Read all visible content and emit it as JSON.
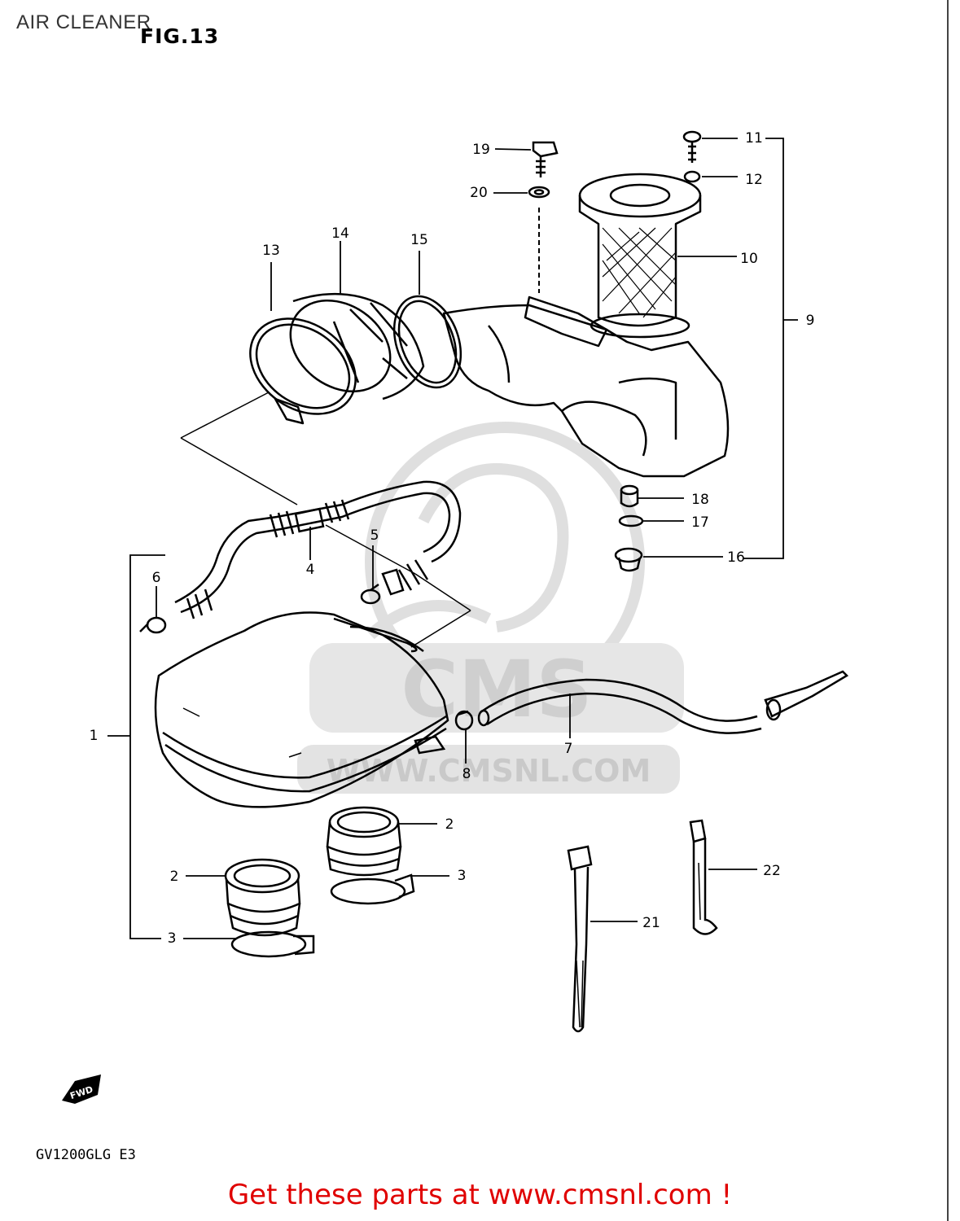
{
  "page": {
    "section_title": "AIR CLEANER",
    "figure_title": "FIG.13",
    "model_code": "GV1200GLG  E3",
    "watermark_text": "WWW.CMSNL.COM",
    "watermark_logo_text": "CMS",
    "fwd_arrow_text": "FWD",
    "footer_link": "Get these parts at www.cmsnl.com !"
  },
  "callouts": {
    "c1": "1",
    "c2a": "2",
    "c2b": "2",
    "c3a": "3",
    "c3b": "3",
    "c4": "4",
    "c5": "5",
    "c6": "6",
    "c7": "7",
    "c8": "8",
    "c9": "9",
    "c10": "10",
    "c11": "11",
    "c12": "12",
    "c13": "13",
    "c14": "14",
    "c15": "15",
    "c16": "16",
    "c17": "17",
    "c18": "18",
    "c19": "19",
    "c20": "20",
    "c21": "21",
    "c22": "22"
  },
  "colors": {
    "line": "#000000",
    "watermark": "#d9d9d9",
    "footer": "#e00000"
  }
}
